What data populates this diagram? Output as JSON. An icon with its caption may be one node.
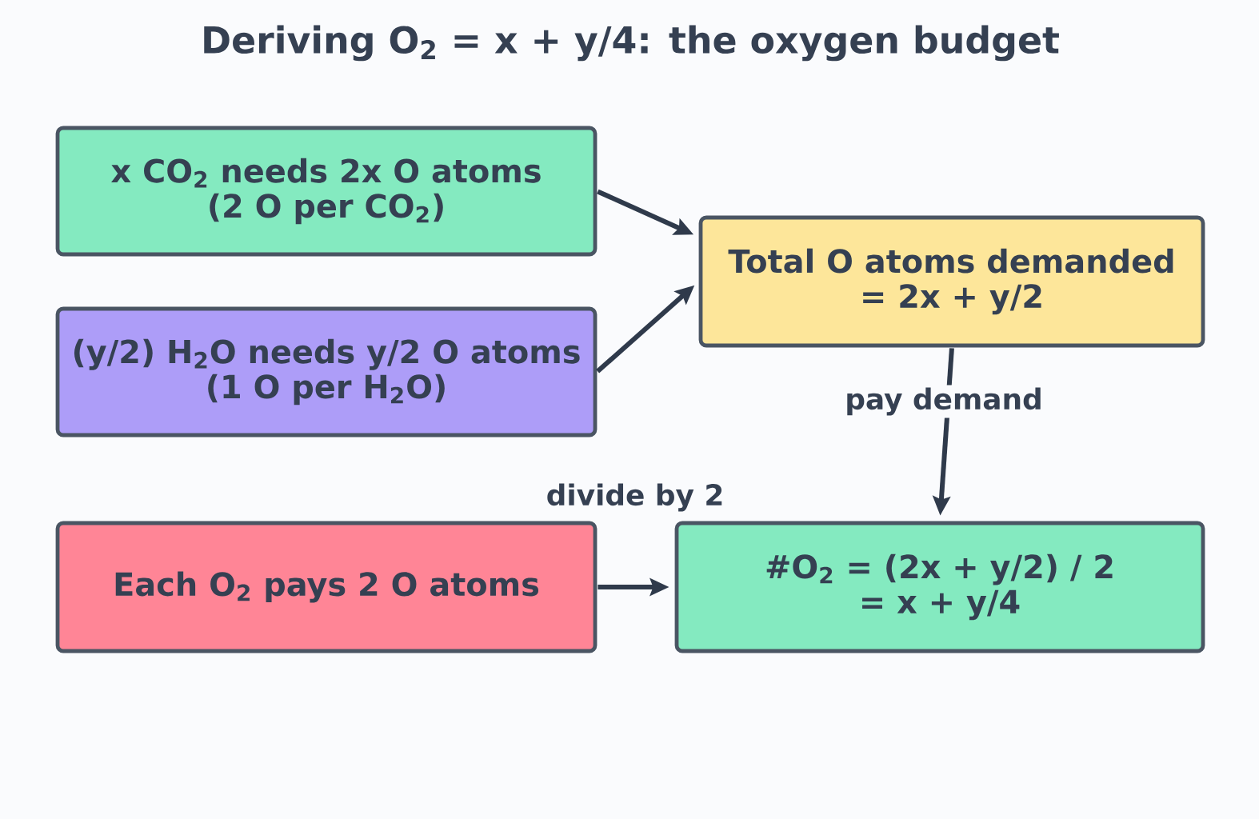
{
  "diagram": {
    "title": "Deriving O$_{2}$ = x + y/4: the oxygen budget",
    "nodes": [
      {
        "text": [
          "x CO$_{2}$ needs 2x O atoms",
          "(2 O per CO$_{2}$)"
        ]
      },
      {
        "text": [
          "(y/2) H$_{2}$O needs y/2 O atoms",
          "(1 O per H$_{2}$O)"
        ]
      },
      {
        "text": [
          "Total O atoms demanded",
          "= 2x + y/2"
        ]
      },
      {
        "text": [
          "Each O$_{2}$ pays 2 O atoms"
        ]
      },
      {
        "text": [
          "#O$_{2}$ = (2x + y/2) / 2",
          "= x + y/4"
        ]
      }
    ],
    "edges": [
      {
        "from": 0,
        "to": 2,
        "arrow": "to"
      },
      {
        "from": 1,
        "to": 2,
        "arrow": "to"
      },
      {
        "from": 2,
        "to": 4,
        "arrow": "to",
        "label": "pay demand"
      },
      {
        "from": 3,
        "to": 4,
        "arrow": "to",
        "label": "divide by 2"
      }
    ]
  }
}
